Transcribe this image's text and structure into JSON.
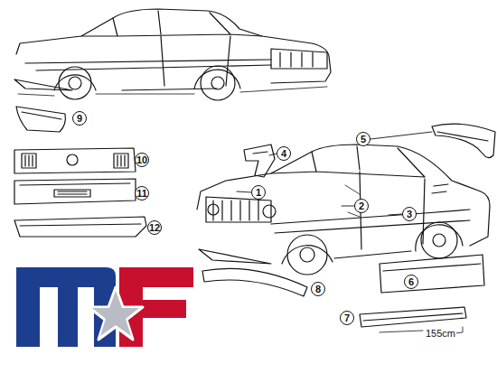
{
  "diagram": {
    "labels": [
      "9",
      "10",
      "11",
      "12",
      "4",
      "5",
      "1",
      "2",
      "3",
      "8",
      "6",
      "7",
      "155cm"
    ]
  }
}
